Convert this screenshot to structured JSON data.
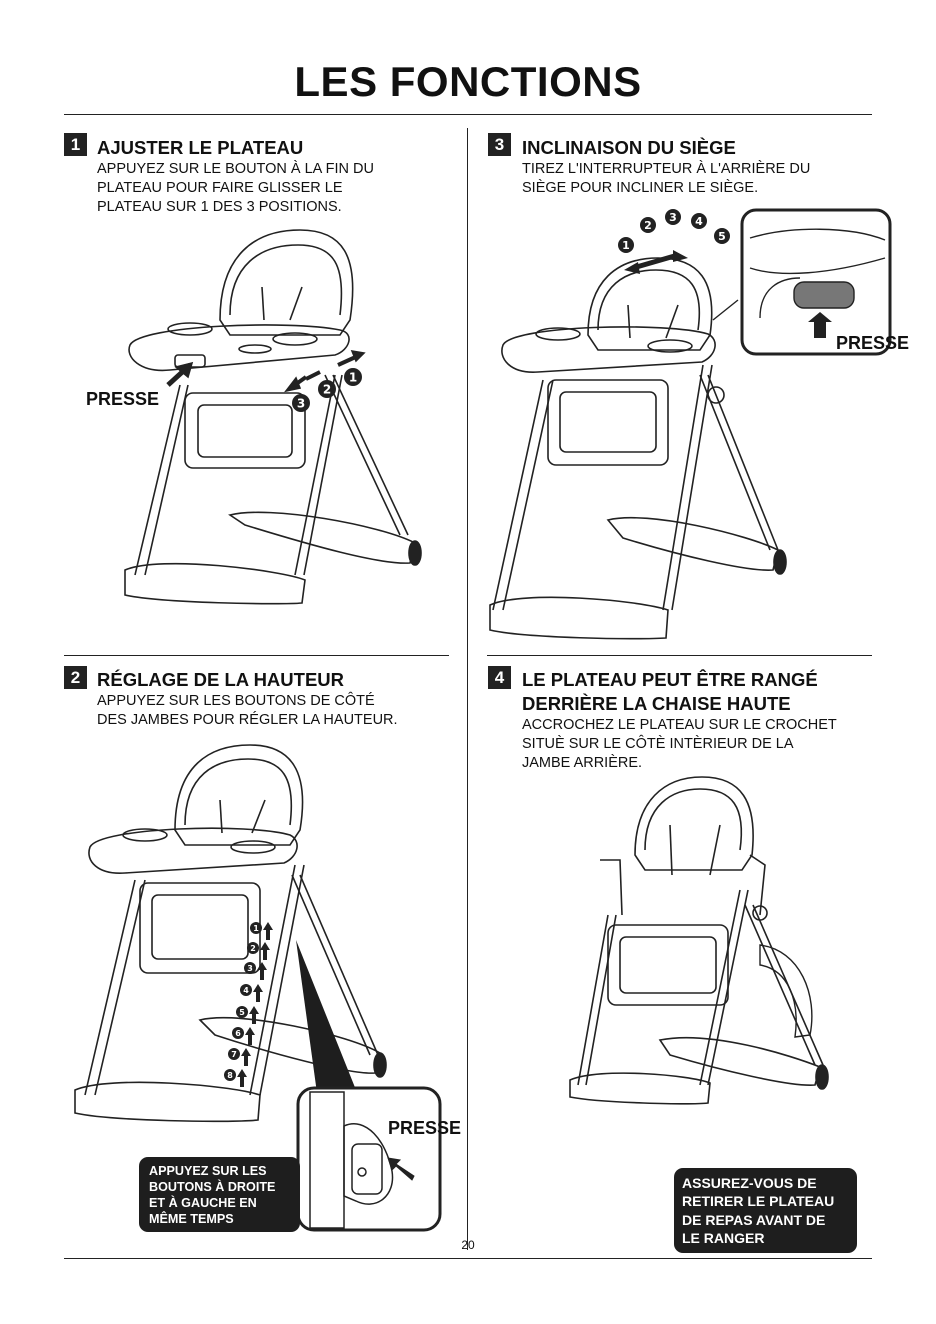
{
  "page": {
    "title": "LES FONCTIONS",
    "number": "20"
  },
  "sections": [
    {
      "number": "1",
      "title_lines": [
        "AJUSTER LE PLATEAU"
      ],
      "body_lines": [
        "APPUYEZ SUR LE BOUTON À LA FIN DU",
        "PLATEAU POUR FAIRE GLISSER LE",
        "PLATEAU SUR 1 DES 3 POSITIONS."
      ],
      "presse_label": "PRESSE",
      "position_markers": [
        "1",
        "2",
        "3"
      ]
    },
    {
      "number": "2",
      "title_lines": [
        "RÉGLAGE DE LA HAUTEUR"
      ],
      "body_lines": [
        "APPUYEZ SUR LES BOUTONS DE CÔTÉ",
        "DES JAMBES POUR RÉGLER LA HAUTEUR."
      ],
      "presse_label": "PRESSE",
      "position_markers": [
        "1",
        "2",
        "3",
        "4",
        "5",
        "6",
        "7",
        "8"
      ],
      "callout_lines": [
        "APPUYEZ SUR LES",
        "BOUTONS À DROITE",
        "ET À GAUCHE EN",
        "MÊME TEMPS"
      ]
    },
    {
      "number": "3",
      "title_lines": [
        "INCLINAISON DU SIÈGE"
      ],
      "body_lines": [
        "TIREZ L'INTERRUPTEUR À L'ARRIÈRE DU",
        "SIÈGE POUR INCLINER LE SIÈGE."
      ],
      "presse_label": "PRESSE",
      "position_markers": [
        "1",
        "2",
        "3",
        "4",
        "5"
      ]
    },
    {
      "number": "4",
      "title_lines": [
        "LE PLATEAU PEUT ÊTRE RANGÉ",
        "DERRIÈRE LA CHAISE HAUTE"
      ],
      "body_lines": [
        "ACCROCHEZ LE PLATEAU SUR LE CROCHET",
        "SITUÈ SUR LE CÔTÈ INTÈRIEUR DE LA",
        "JAMBE ARRIÈRE."
      ],
      "callout_lines": [
        "ASSUREZ-VOUS DE",
        "RETIRER LE PLATEAU",
        "DE REPAS AVANT DE",
        "LE RANGER"
      ]
    }
  ]
}
